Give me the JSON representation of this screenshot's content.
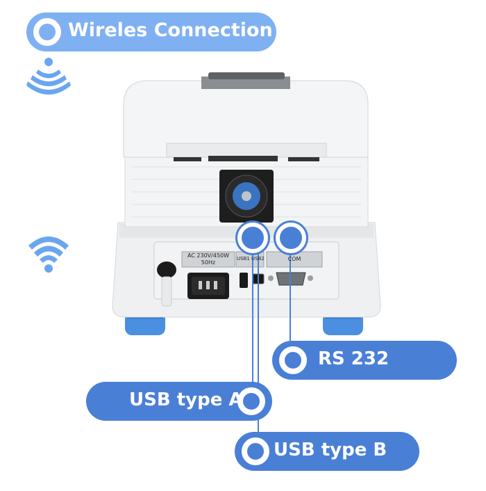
{
  "callouts": {
    "wireless": "Wireles Connection",
    "rs232": "RS 232",
    "usb_a": "USB type A",
    "usb_b": "USB type B"
  },
  "device": {
    "power_label_line1": "AC 230V/450W",
    "power_label_line2": "50Hz",
    "usb1_label": "USB1",
    "usb2_label": "USB2",
    "com_label": "COM"
  },
  "icons": {
    "wireless_small": "wireless-signal-icon",
    "wifi": "wifi-icon"
  },
  "colors": {
    "pill_light": "#7fb0f2",
    "pill_dark": "#4a7fd6",
    "foot_blue": "#4a8fe0",
    "leader_line": "#4a7fd6"
  }
}
